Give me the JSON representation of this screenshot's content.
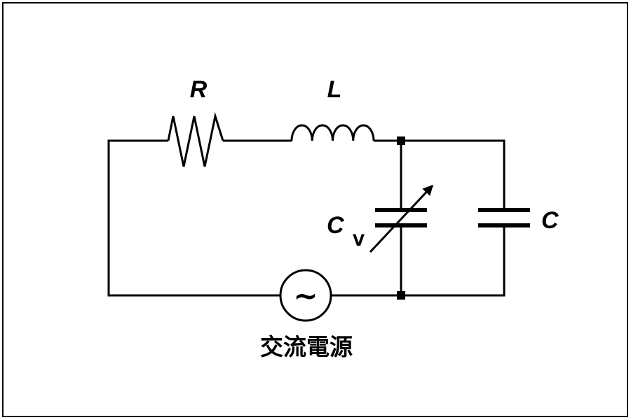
{
  "labels": {
    "resistor": "R",
    "inductor": "L",
    "variable_capacitor": "C",
    "variable_capacitor_subscript": "V",
    "capacitor": "C",
    "source_symbol": "~",
    "source": "交流電源"
  }
}
